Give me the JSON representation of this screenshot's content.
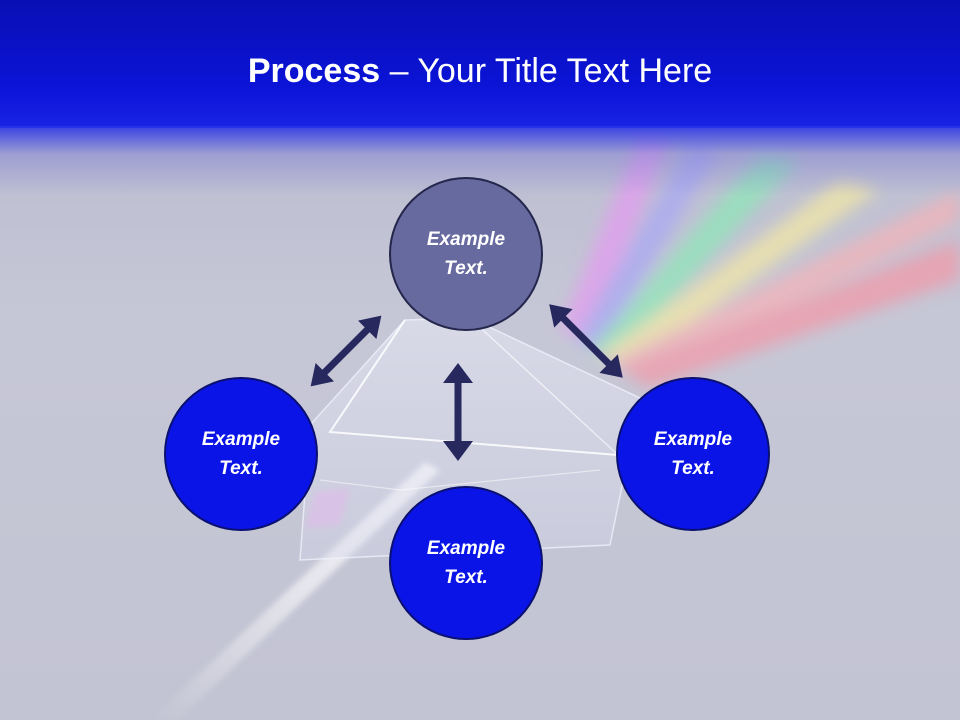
{
  "slide": {
    "title_bold": "Process",
    "title_rest": " – Your Title Text Here"
  },
  "diagram": {
    "nodes": [
      {
        "id": "top",
        "line1": "Example",
        "line2": "Text."
      },
      {
        "id": "left",
        "line1": "Example",
        "line2": "Text."
      },
      {
        "id": "right",
        "line1": "Example",
        "line2": "Text."
      },
      {
        "id": "bottom",
        "line1": "Example",
        "line2": "Text."
      }
    ],
    "connectors": [
      "top-left",
      "top-right",
      "top-bottom"
    ]
  },
  "colors": {
    "header_blue": "#0b14d8",
    "node_blue": "#0a14e6",
    "node_top_slate": "#676a9e",
    "arrow_navy": "#26285e",
    "background_gray": "#c3c4d3"
  }
}
